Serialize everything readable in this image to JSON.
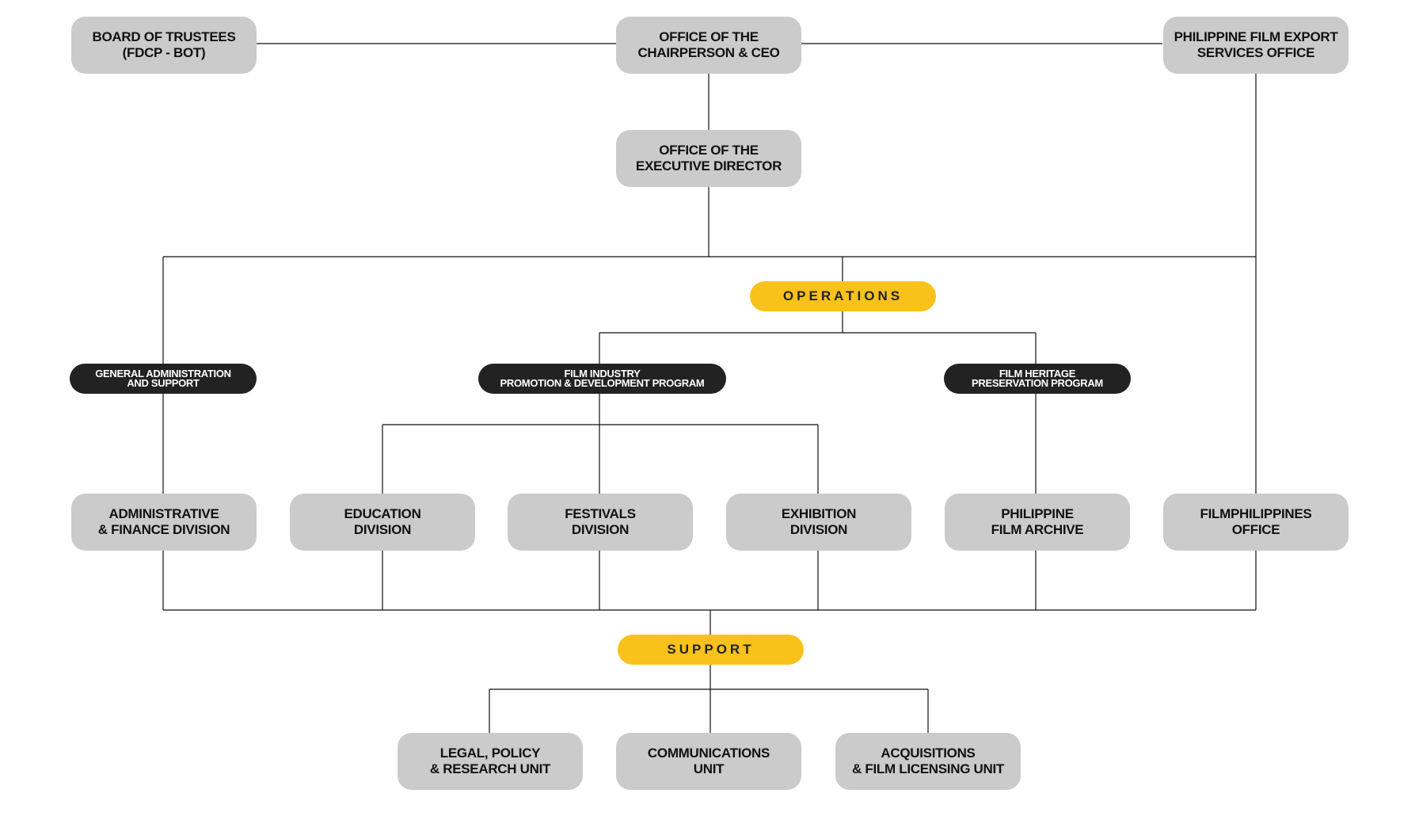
{
  "top": {
    "board": [
      "BOARD OF TRUSTEES",
      "(FDCP - BOT)"
    ],
    "chair": [
      "OFFICE OF THE",
      "CHAIRPERSON & CEO"
    ],
    "export": [
      "PHILIPPINE FILM EXPORT",
      "SERVICES OFFICE"
    ],
    "exec": [
      "OFFICE OF THE",
      "EXECUTIVE DIRECTOR"
    ]
  },
  "sections": {
    "operations": "OPERATIONS",
    "support": "SUPPORT"
  },
  "programs": {
    "general_admin": [
      "GENERAL ADMINISTRATION",
      "AND SUPPORT"
    ],
    "film_industry": [
      "FILM INDUSTRY",
      "PROMOTION & DEVELOPMENT PROGRAM"
    ],
    "film_heritage": [
      "FILM HERITAGE",
      "PRESERVATION PROGRAM"
    ]
  },
  "divisions": {
    "admin_finance": [
      "ADMINISTRATIVE",
      "& FINANCE DIVISION"
    ],
    "education": [
      "EDUCATION",
      "DIVISION"
    ],
    "festivals": [
      "FESTIVALS",
      "DIVISION"
    ],
    "exhibition": [
      "EXHIBITION",
      "DIVISION"
    ],
    "archive": [
      "PHILIPPINE",
      "FILM ARCHIVE"
    ],
    "filmphilippines": [
      "FILMPHILIPPINES",
      "OFFICE"
    ]
  },
  "units": {
    "legal": [
      "LEGAL, POLICY",
      "& RESEARCH UNIT"
    ],
    "communications": [
      "COMMUNICATIONS",
      "UNIT"
    ],
    "acquisitions": [
      "ACQUISITIONS",
      "& FILM LICENSING UNIT"
    ]
  },
  "colors": {
    "box": "#cbcbcb",
    "program": "#222222",
    "section": "#f9c21a",
    "line": "#111111"
  }
}
